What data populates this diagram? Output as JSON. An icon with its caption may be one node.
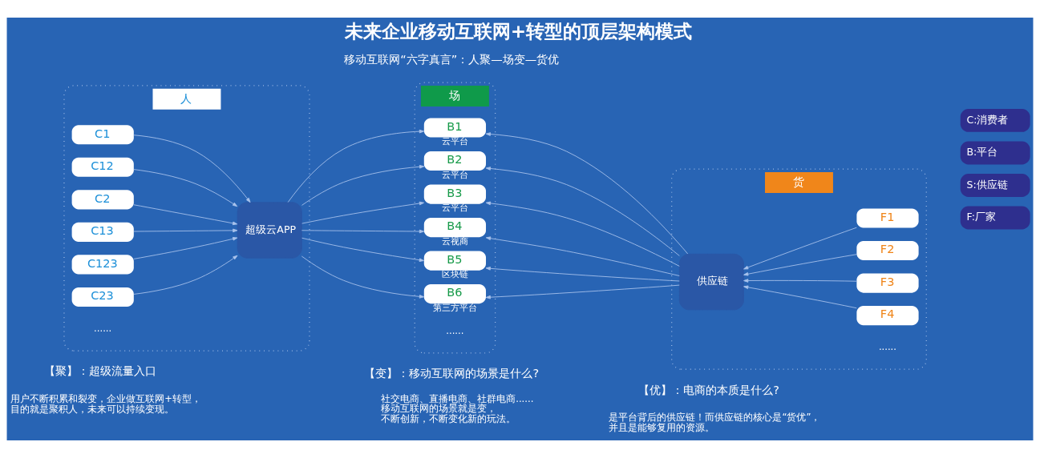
{
  "diagram": {
    "title": "未来企业移动互联网+转型的顶层架构模式",
    "nodes": [
      {
        "text": [
          "人"
        ]
      },
      {
        "text": [
          "C1"
        ],
        "in": 0
      },
      {
        "text": [
          "C12"
        ],
        "in": 0
      },
      {
        "text": [
          "C2"
        ],
        "in": 0
      },
      {
        "text": [
          "C13"
        ],
        "in": 0
      },
      {
        "text": [
          "C123"
        ],
        "in": 0
      },
      {
        "text": [
          "C23"
        ],
        "in": 0
      },
      {
        "text": [
          "超级云APP"
        ],
        "in": 0
      },
      {
        "text": [
          "场"
        ]
      },
      {
        "text": [
          "B1"
        ],
        "beside": [
          "云平台"
        ],
        "in": 8
      },
      {
        "text": [
          "B2"
        ],
        "beside": [
          "云平台"
        ],
        "in": 8
      },
      {
        "text": [
          "B3"
        ],
        "beside": [
          "云平台"
        ],
        "in": 8
      },
      {
        "text": [
          "B4"
        ],
        "beside": [
          "云视商"
        ],
        "in": 8
      },
      {
        "text": [
          "B5"
        ],
        "beside": [
          "区块链"
        ],
        "in": 8
      },
      {
        "text": [
          "B6"
        ],
        "beside": [
          "第三方平台"
        ],
        "in": 8
      },
      {
        "text": [
          "货"
        ]
      },
      {
        "text": [
          "供应链"
        ],
        "in": 15
      },
      {
        "text": [
          "F1"
        ],
        "in": 15
      },
      {
        "text": [
          "F2"
        ],
        "in": 15
      },
      {
        "text": [
          "F3"
        ],
        "in": 15
      },
      {
        "text": [
          "F4"
        ],
        "in": 15
      }
    ],
    "edges": [
      {
        "from": 1,
        "to": 7,
        "arrow": "to"
      },
      {
        "from": 2,
        "to": 7,
        "arrow": "to"
      },
      {
        "from": 3,
        "to": 7,
        "arrow": "to"
      },
      {
        "from": 4,
        "to": 7,
        "arrow": "to"
      },
      {
        "from": 5,
        "to": 7,
        "arrow": "to"
      },
      {
        "from": 6,
        "to": 7,
        "arrow": "to"
      },
      {
        "from": 7,
        "to": 9,
        "arrow": "to"
      },
      {
        "from": 7,
        "to": 10,
        "arrow": "to"
      },
      {
        "from": 7,
        "to": 11,
        "arrow": "to"
      },
      {
        "from": 7,
        "to": 12,
        "arrow": "to"
      },
      {
        "from": 7,
        "to": 13,
        "arrow": "to"
      },
      {
        "from": 7,
        "to": 14,
        "arrow": "to"
      },
      {
        "from": 16,
        "to": 9,
        "arrow": "to"
      },
      {
        "from": 16,
        "to": 10,
        "arrow": "to"
      },
      {
        "from": 16,
        "to": 11,
        "arrow": "to"
      },
      {
        "from": 16,
        "to": 12,
        "arrow": "to"
      },
      {
        "from": 16,
        "to": 13,
        "arrow": "to"
      },
      {
        "from": 16,
        "to": 14,
        "arrow": "to"
      },
      {
        "from": 17,
        "to": 16,
        "arrow": "to"
      },
      {
        "from": 18,
        "to": 16,
        "arrow": "to"
      },
      {
        "from": 19,
        "to": 16,
        "arrow": "to"
      },
      {
        "from": 20,
        "to": 16,
        "arrow": "to"
      }
    ],
    "labels": [
      "移动互联网“六字真言”：人聚—场变—货优",
      "......",
      "......",
      "......",
      "【聚】：超级流量入口",
      "用户不断积累和裂变，企业做互联网+转型，目的就是聚积人，未来可以持续变现。",
      "【变】：移动互联网的场景是什么?",
      "社交电商、直播电商、社群电商......移动互联网的场景就是变，不断创新，不断变化新的玩法。",
      "【优】：电商的本质是什么?",
      "是平台背后的供应链！而供应链的核心是“货优”，并且是能够复用的资源。"
    ],
    "legend": [
      {
        "text": "C:消费者"
      },
      {
        "text": "B:平台"
      },
      {
        "text": "S:供应链"
      },
      {
        "text": "F:厂家"
      }
    ]
  }
}
